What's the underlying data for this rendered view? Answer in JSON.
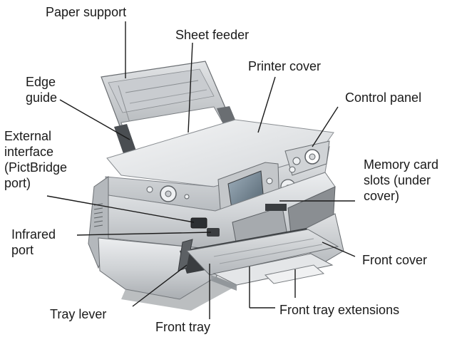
{
  "labels": {
    "paper_support": "Paper support",
    "sheet_feeder": "Sheet feeder",
    "printer_cover": "Printer cover",
    "edge_guide": [
      "Edge",
      "guide"
    ],
    "control_panel": "Control panel",
    "external_interface": [
      "External",
      "interface",
      "(PictBridge",
      "port)"
    ],
    "memory_card_slots": [
      "Memory card",
      "slots (under",
      "cover)"
    ],
    "infrared_port": [
      "Infrared",
      "port"
    ],
    "front_cover": "Front cover",
    "tray_lever": "Tray lever",
    "front_tray_extensions": "Front tray extensions",
    "front_tray": "Front tray"
  },
  "colors": {
    "printer_body": "#d8dadc",
    "printer_dark": "#5c6064",
    "panel_dark": "#3a3d40",
    "screen": "#6f7f8c",
    "leader_line": "#1a1a1a",
    "text": "#1a1a1a"
  }
}
